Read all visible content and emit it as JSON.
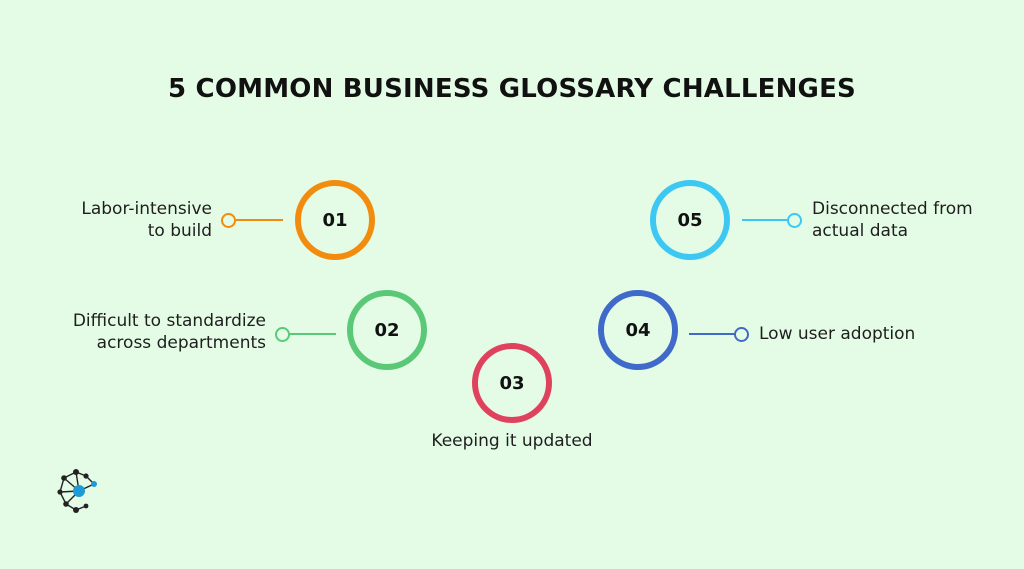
{
  "title": "5 COMMON BUSINESS GLOSSARY CHALLENGES",
  "steps": [
    {
      "number": "01",
      "label_line1": "Labor-intensive",
      "label_line2": "to build",
      "color": "#f28c0f"
    },
    {
      "number": "02",
      "label_line1": "Difficult to standardize",
      "label_line2": "across departments",
      "color": "#5bc878"
    },
    {
      "number": "03",
      "label_line1": "Keeping it updated",
      "color": "#e0425e"
    },
    {
      "number": "04",
      "label_line1": "Low user adoption",
      "color": "#3f6ac9"
    },
    {
      "number": "05",
      "label_line1": "Disconnected from",
      "label_line2": "actual data",
      "color": "#3cc8f2"
    }
  ],
  "logo": {
    "icon": "network-nodes-logo-icon",
    "accent_color": "#1e9ad6"
  }
}
